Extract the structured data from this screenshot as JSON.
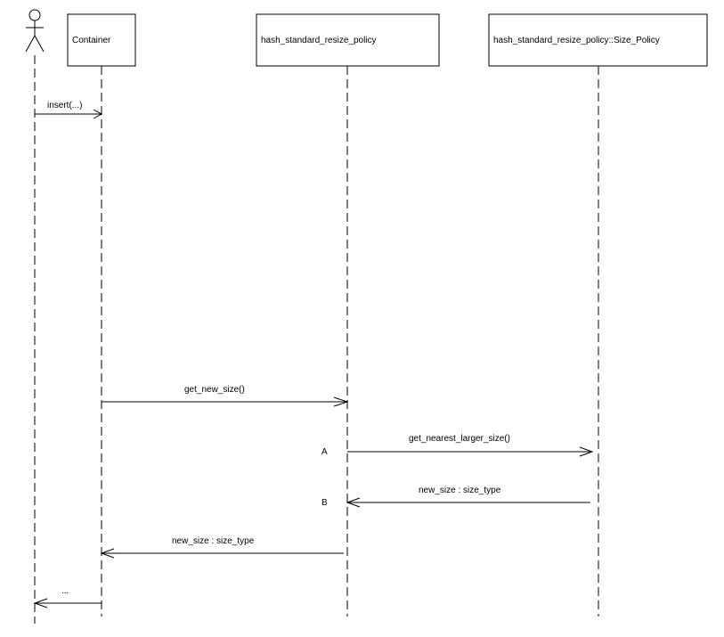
{
  "participants": {
    "container": "Container",
    "resize_policy": "hash_standard_resize_policy",
    "size_policy": "hash_standard_resize_policy::Size_Policy"
  },
  "messages": {
    "insert": "insert(...)",
    "get_new_size": "get_new_size()",
    "get_nearest_larger_size": "get_nearest_larger_size()",
    "new_size_from_size_policy": "new_size : size_type",
    "new_size_to_container": "new_size : size_type",
    "ellipsis": "..."
  },
  "markers": {
    "a": "A",
    "b": "B"
  }
}
